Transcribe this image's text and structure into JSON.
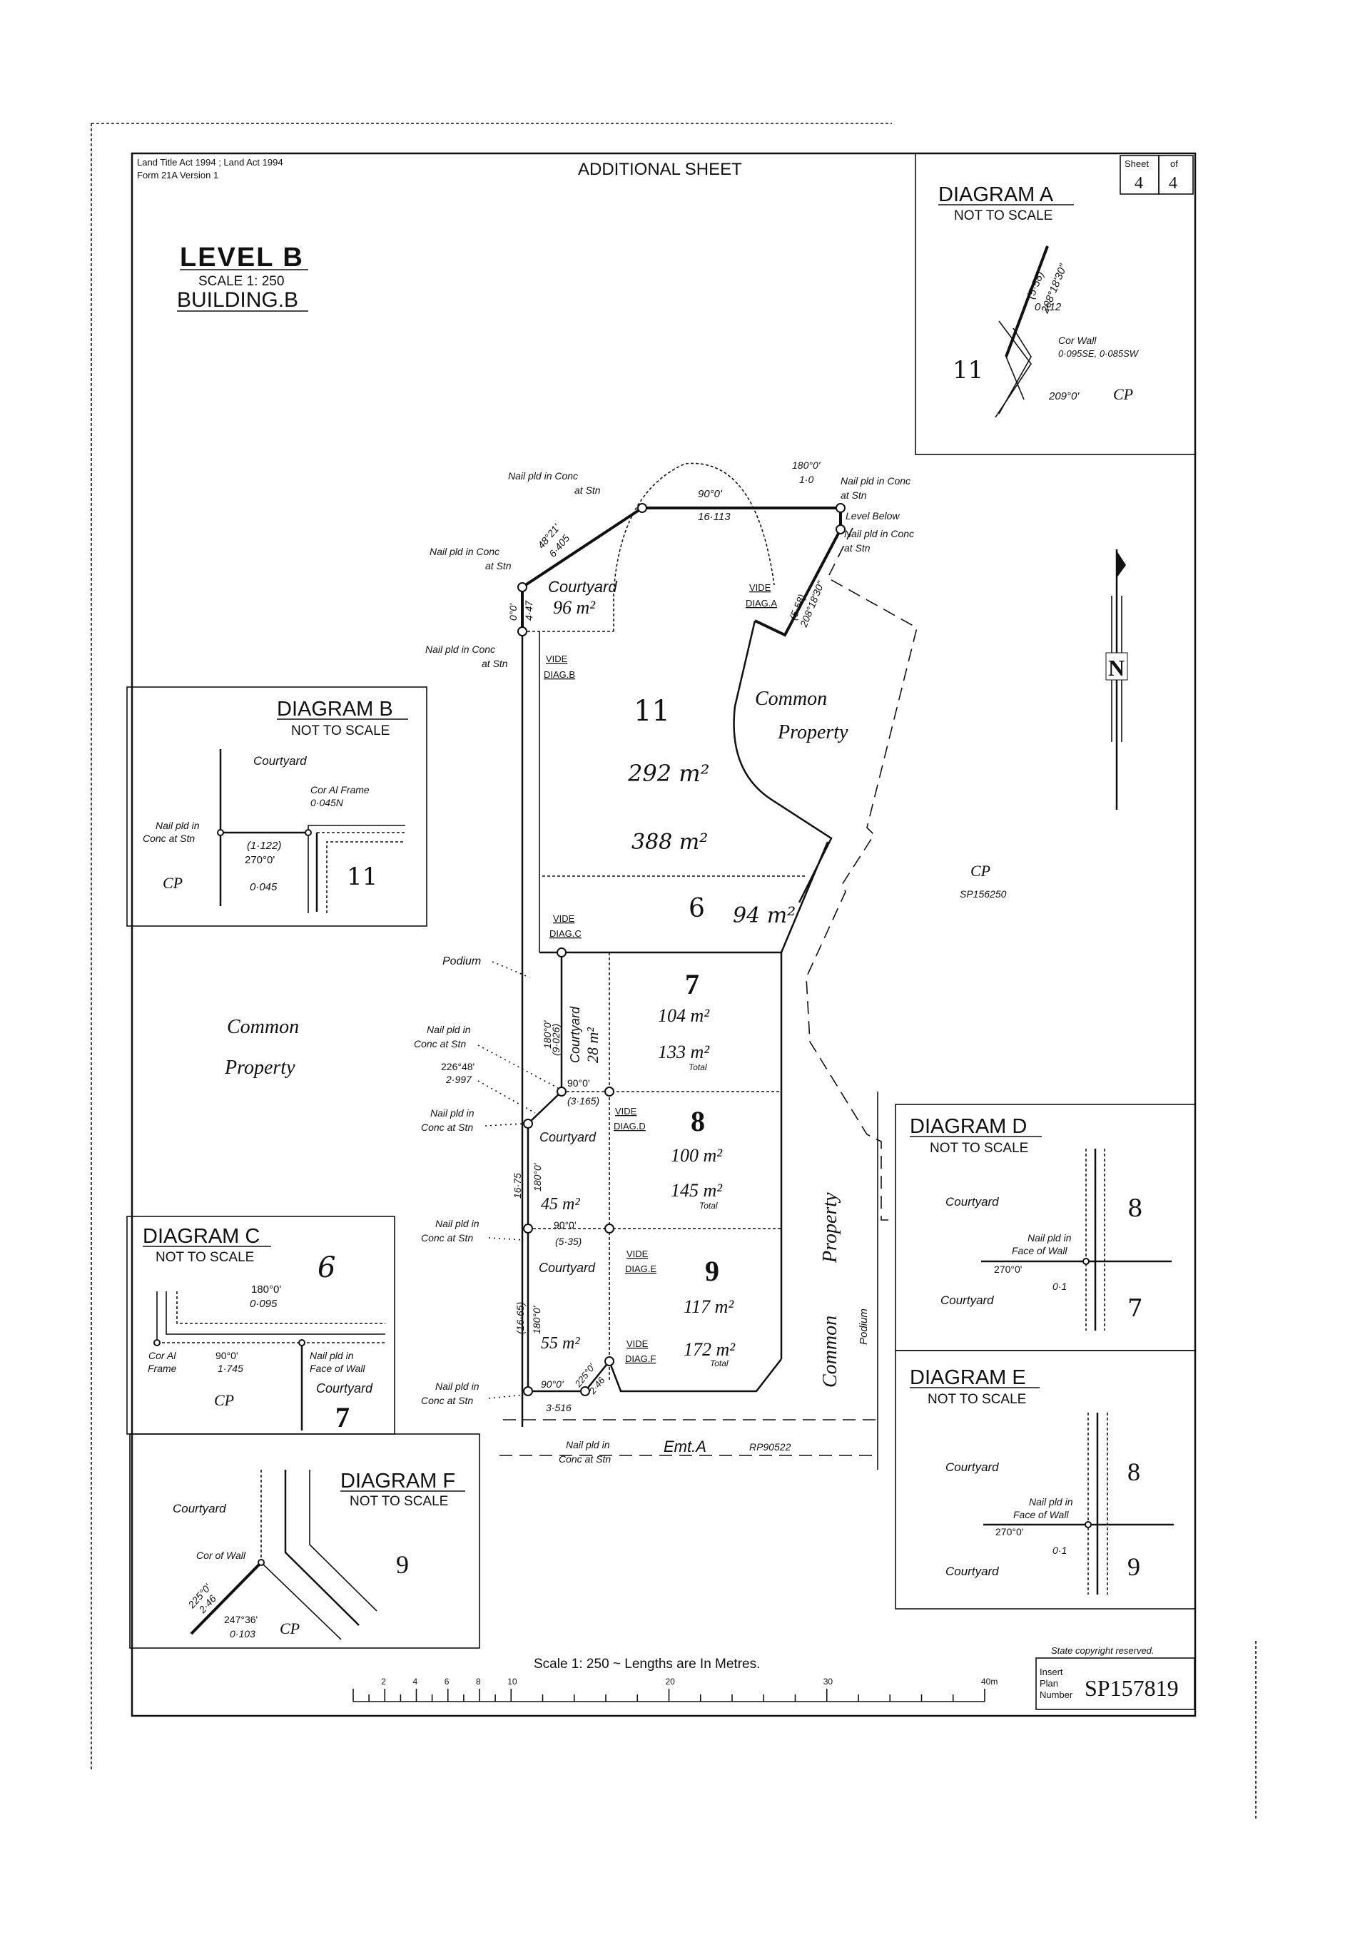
{
  "header": {
    "act_line1": "Land Title Act 1994 ;  Land Act 1994",
    "act_line2": "Form 21A Version 1",
    "sheet_title": "ADDITIONAL  SHEET",
    "sheet_label": "Sheet",
    "sheet_number": "4",
    "of_label": "of",
    "sheet_total": "4"
  },
  "title_block": {
    "level": "LEVEL  B",
    "scale": "SCALE 1: 250",
    "building": "BUILDING.B"
  },
  "main_plan": {
    "nail_label_1": "Nail pld in Conc",
    "nail_label_2": "at Stn",
    "nail_short_1": "Nail pld in",
    "nail_short_2": "Conc at Stn",
    "top_bearing": "90°0'",
    "top_distance": "16·113",
    "ne_bearing": "180°0'",
    "ne_distance": "1·0",
    "level_below": "Level  Below",
    "nw_bearing": "48°21'",
    "nw_distance": "6·405",
    "west_bearing": "0°0'",
    "west_distance": "4·47",
    "east_distance": "(5·58)",
    "east_bearing": "208°18'30\"",
    "courtyard_label": "Courtyard",
    "courtyard_11_area": "96 m²",
    "vide_diag_a": [
      "VIDE",
      "DIAG.A"
    ],
    "vide_diag_b": [
      "VIDE",
      "DIAG.B"
    ],
    "vide_diag_c": [
      "VIDE",
      "DIAG.C"
    ],
    "vide_diag_d": [
      "VIDE",
      "DIAG.D"
    ],
    "vide_diag_e": [
      "VIDE",
      "DIAG.E"
    ],
    "vide_diag_f": [
      "VIDE",
      "DIAG.F"
    ],
    "common_property": [
      "Common",
      "Property"
    ],
    "cp": "CP",
    "cp_plan_ref": "SP156250",
    "podium": "Podium",
    "north": "N",
    "lots": [
      {
        "lot": "11",
        "area": "292 m²",
        "total": "388 m²"
      },
      {
        "lot": "6",
        "area": "94 m²"
      },
      {
        "lot": "7",
        "area": "104 m²",
        "total": "133 m²",
        "courtyard": "28 m²"
      },
      {
        "lot": "8",
        "area": "100 m²",
        "total": "145 m²",
        "courtyard": "45 m²"
      },
      {
        "lot": "9",
        "area": "117 m²",
        "total": "172 m²",
        "courtyard": "55 m²"
      }
    ],
    "total_label": "Total",
    "lot7_bearing": "180°0'",
    "lot7_distance": "(9·026)",
    "diag_bearing": "226°48'",
    "diag_distance": "2·997",
    "lot7_8_bearing": "90°0'",
    "lot7_8_distance": "(3·165)",
    "west_long_distance": "16·75",
    "lot8_bearing": "180°0'",
    "lot8_9_bearing": "90°0'",
    "lot8_9_distance": "(5·35)",
    "west_long2_distance": "(16·65)",
    "lot9_bearing": "180°0'",
    "south_bearing": "90°0'",
    "south_diag_bearing": "225°0'",
    "south_diag_distance": "2·46",
    "south_distance": "3·516",
    "easement": "Emt.A",
    "easement_plan": "RP90522"
  },
  "diagram_a": {
    "title": "DIAGRAM A",
    "subtitle": "NOT TO SCALE",
    "distance": "(5·58)",
    "bearing": "208°18'30\"",
    "offset": "0·112",
    "cor_wall": "Cor Wall",
    "cor_wall_offsets": "0·095SE, 0·085SW",
    "bearing2": "209°0'",
    "cp": "CP",
    "lot": "11"
  },
  "diagram_b": {
    "title": "DIAGRAM B",
    "subtitle": "NOT TO SCALE",
    "courtyard": "Courtyard",
    "cor_frame": "Cor Al Frame",
    "cor_frame_offset": "0·045N",
    "nail_1": "Nail pld in",
    "nail_2": "Conc at Stn",
    "distance": "(1·122)",
    "bearing": "270°0'",
    "offset": "0·045",
    "cp": "CP",
    "lot": "11"
  },
  "diagram_c": {
    "title": "DIAGRAM C",
    "subtitle": "NOT TO SCALE",
    "lot_top": "6",
    "bearing_top": "180°0'",
    "distance_top": "0·095",
    "cor_frame_1": "Cor Al",
    "cor_frame_2": "Frame",
    "bearing": "90°0'",
    "distance": "1·745",
    "nail_1": "Nail pld in",
    "nail_2": "Face of Wall",
    "courtyard": "Courtyard",
    "cp": "CP",
    "lot": "7"
  },
  "diagram_d": {
    "title": "DIAGRAM D",
    "subtitle": "NOT TO SCALE",
    "courtyard_top": "Courtyard",
    "courtyard_bottom": "Courtyard",
    "nail_1": "Nail pld in",
    "nail_2": "Face of Wall",
    "bearing": "270°0'",
    "offset": "0·1",
    "lot_top": "8",
    "lot_bottom": "7"
  },
  "diagram_e": {
    "title": "DIAGRAM E",
    "subtitle": "NOT TO SCALE",
    "courtyard_top": "Courtyard",
    "courtyard_bottom": "Courtyard",
    "nail_1": "Nail pld in",
    "nail_2": "Face of Wall",
    "bearing": "270°0'",
    "offset": "0·1",
    "lot_top": "8",
    "lot_bottom": "9"
  },
  "diagram_f": {
    "title": "DIAGRAM F",
    "subtitle": "NOT TO SCALE",
    "courtyard": "Courtyard",
    "cor_wall": "Cor of Wall",
    "bearing": "225°0'",
    "distance": "2·46",
    "bearing2": "247°36'",
    "distance2": "0·103",
    "cp": "CP",
    "lot": "9"
  },
  "footer": {
    "scale_note": "Scale  1: 250 ~ Lengths are In Metres.",
    "scale_ticks": [
      "2",
      "4",
      "6",
      "8",
      "10",
      "20",
      "30",
      "40m"
    ],
    "copyright": "State copyright reserved.",
    "insert_label": [
      "Insert",
      "Plan",
      "Number"
    ],
    "plan_number": "SP157819"
  }
}
